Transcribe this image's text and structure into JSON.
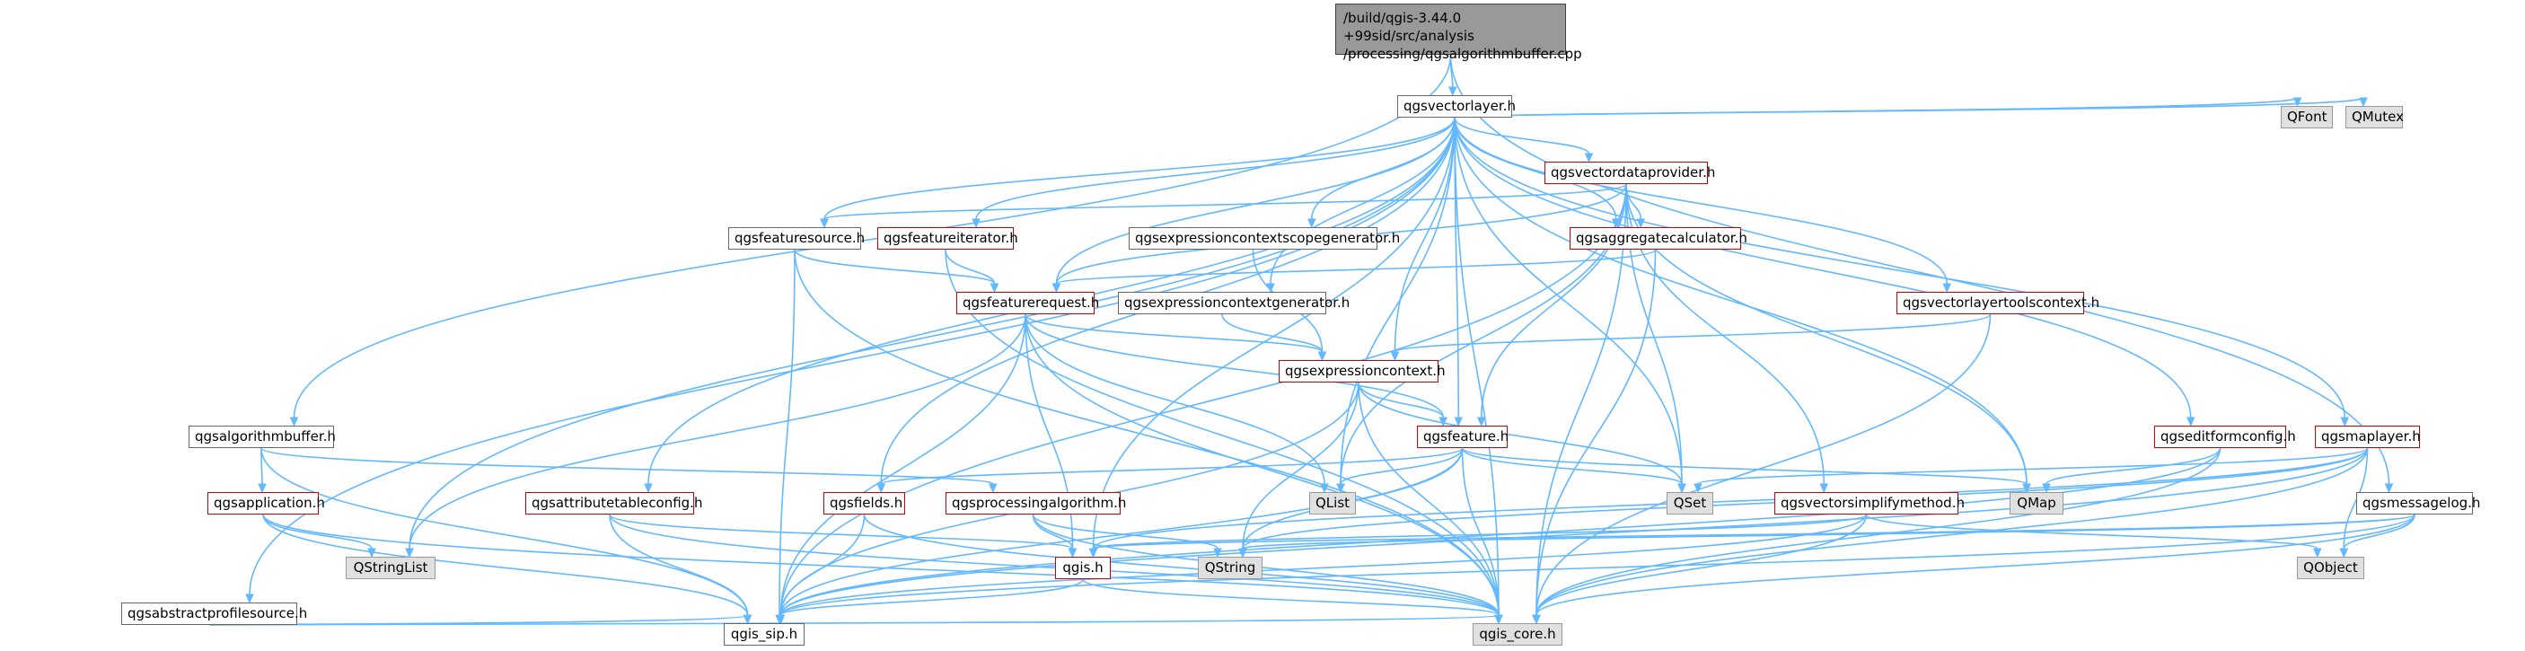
{
  "diagram": {
    "colors": {
      "edge": "#63b8ff",
      "node_border": "#666666",
      "node_border_red": "#cc0000",
      "node_fill_gray": "#e0e0e0",
      "root_fill": "#999999"
    },
    "nodes": {
      "root": {
        "lines": [
          "/build/qgis-3.44.0",
          "+99sid/src/analysis",
          "/processing/qgsalgorithmbuffer.cpp"
        ]
      },
      "qgsvectorlayer": {
        "label": "qgsvectorlayer.h"
      },
      "qgsvectordataprovider": {
        "label": "qgsvectordataprovider.h"
      },
      "qfont": {
        "label": "QFont"
      },
      "qmutex": {
        "label": "QMutex"
      },
      "qgsfeaturesource": {
        "label": "qgsfeaturesource.h"
      },
      "qgsfeatureiterator": {
        "label": "qgsfeatureiterator.h"
      },
      "qgsexpressioncontextscopegenerator": {
        "label": "qgsexpressioncontextscopegenerator.h"
      },
      "qgsaggregatecalculator": {
        "label": "qgsaggregatecalculator.h"
      },
      "qgsfeaturerequest": {
        "label": "qgsfeaturerequest.h"
      },
      "qgsexpressioncontextgenerator": {
        "label": "qgsexpressioncontextgenerator.h"
      },
      "qgsvectorlayertoolscontext": {
        "label": "qgsvectorlayertoolscontext.h"
      },
      "qgsexpressioncontext": {
        "label": "qgsexpressioncontext.h"
      },
      "qgsalgorithmbuffer": {
        "label": "qgsalgorithmbuffer.h"
      },
      "qgsfeature": {
        "label": "qgsfeature.h"
      },
      "qgseditformconfig": {
        "label": "qgseditformconfig.h"
      },
      "qgsmaplayer": {
        "label": "qgsmaplayer.h"
      },
      "qgsapplication": {
        "label": "qgsapplication.h"
      },
      "qgsattributetableconfig": {
        "label": "qgsattributetableconfig.h"
      },
      "qgsfields": {
        "label": "qgsfields.h"
      },
      "qgsprocessingalgorithm": {
        "label": "qgsprocessingalgorithm.h"
      },
      "qlist": {
        "label": "QList"
      },
      "qset": {
        "label": "QSet"
      },
      "qmap": {
        "label": "QMap"
      },
      "qgsvectorsimplifymethod": {
        "label": "qgsvectorsimplifymethod.h"
      },
      "qgsmessagelog": {
        "label": "qgsmessagelog.h"
      },
      "qstringlist": {
        "label": "QStringList"
      },
      "qstring": {
        "label": "QString"
      },
      "qgis": {
        "label": "qgis.h"
      },
      "qobject": {
        "label": "QObject"
      },
      "qgsabstractprofilesource": {
        "label": "qgsabstractprofilesource.h"
      },
      "qgis_sip": {
        "label": "qgis_sip.h"
      },
      "qgis_core": {
        "label": "qgis_core.h"
      }
    },
    "edges": [
      [
        "root",
        "qgsvectorlayer"
      ],
      [
        "root",
        "qgsalgorithmbuffer"
      ],
      [
        "root",
        "qgsmessagelog"
      ],
      [
        "qgsvectorlayer",
        "qgsvectordataprovider"
      ],
      [
        "qgsvectorlayer",
        "qfont"
      ],
      [
        "qgsvectorlayer",
        "qmutex"
      ],
      [
        "qgsvectorlayer",
        "qgsfeaturesource"
      ],
      [
        "qgsvectorlayer",
        "qgsfeatureiterator"
      ],
      [
        "qgsvectorlayer",
        "qgsexpressioncontextscopegenerator"
      ],
      [
        "qgsvectorlayer",
        "qgsaggregatecalculator"
      ],
      [
        "qgsvectorlayer",
        "qgsfeaturerequest"
      ],
      [
        "qgsvectorlayer",
        "qgsexpressioncontextgenerator"
      ],
      [
        "qgsvectorlayer",
        "qgsvectorlayertoolscontext"
      ],
      [
        "qgsvectorlayer",
        "qgsexpressioncontext"
      ],
      [
        "qgsvectorlayer",
        "qgsfeature"
      ],
      [
        "qgsvectorlayer",
        "qgseditformconfig"
      ],
      [
        "qgsvectorlayer",
        "qgsmaplayer"
      ],
      [
        "qgsvectorlayer",
        "qgsattributetableconfig"
      ],
      [
        "qgsvectorlayer",
        "qgsfields"
      ],
      [
        "qgsvectorlayer",
        "qlist"
      ],
      [
        "qgsvectorlayer",
        "qset"
      ],
      [
        "qgsvectorlayer",
        "qmap"
      ],
      [
        "qgsvectorlayer",
        "qstringlist"
      ],
      [
        "qgsvectorlayer",
        "qgis"
      ],
      [
        "qgsvectorlayer",
        "qgsabstractprofilesource"
      ],
      [
        "qgsvectorlayer",
        "qgis_core"
      ],
      [
        "qgsvectordataprovider",
        "qgsfeaturesource"
      ],
      [
        "qgsvectordataprovider",
        "qgsaggregatecalculator"
      ],
      [
        "qgsvectordataprovider",
        "qgsfeaturerequest"
      ],
      [
        "qgsvectordataprovider",
        "qgsfeature"
      ],
      [
        "qgsvectordataprovider",
        "qlist"
      ],
      [
        "qgsvectordataprovider",
        "qset"
      ],
      [
        "qgsvectordataprovider",
        "qmap"
      ],
      [
        "qgsvectordataprovider",
        "qgsvectorsimplifymethod"
      ],
      [
        "qgsvectordataprovider",
        "qgis_sip"
      ],
      [
        "qgsvectordataprovider",
        "qgis_core"
      ],
      [
        "qgsfeaturesource",
        "qgsfeaturerequest"
      ],
      [
        "qgsfeaturesource",
        "qgis_sip"
      ],
      [
        "qgsfeaturesource",
        "qgis_core"
      ],
      [
        "qgsfeatureiterator",
        "qgsfeaturerequest"
      ],
      [
        "qgsfeatureiterator",
        "qgis_core"
      ],
      [
        "qgsexpressioncontextscopegenerator",
        "qgsexpressioncontext"
      ],
      [
        "qgsaggregatecalculator",
        "qgsfeaturerequest"
      ],
      [
        "qgsaggregatecalculator",
        "qgis_core"
      ],
      [
        "qgsfeaturerequest",
        "qgsexpressioncontext"
      ],
      [
        "qgsfeaturerequest",
        "qgsfeature"
      ],
      [
        "qgsfeaturerequest",
        "qlist"
      ],
      [
        "qgsfeaturerequest",
        "qgis"
      ],
      [
        "qgsfeaturerequest",
        "qstringlist"
      ],
      [
        "qgsfeaturerequest",
        "qgis_sip"
      ],
      [
        "qgsfeaturerequest",
        "qgis_core"
      ],
      [
        "qgsexpressioncontextgenerator",
        "qgsexpressioncontext"
      ],
      [
        "qgsvectorlayertoolscontext",
        "qgsexpressioncontext"
      ],
      [
        "qgsvectorlayertoolscontext",
        "qgis_core"
      ],
      [
        "qgsexpressioncontext",
        "qgsfeature"
      ],
      [
        "qgsexpressioncontext",
        "qset"
      ],
      [
        "qgsexpressioncontext",
        "qstring"
      ],
      [
        "qgsexpressioncontext",
        "qgis_sip"
      ],
      [
        "qgsexpressioncontext",
        "qgis_core"
      ],
      [
        "qgsfeature",
        "qgsfields"
      ],
      [
        "qgsfeature",
        "qlist"
      ],
      [
        "qgsfeature",
        "qset"
      ],
      [
        "qgsfeature",
        "qmap"
      ],
      [
        "qgsfeature",
        "qstring"
      ],
      [
        "qgsfeature",
        "qgis_sip"
      ],
      [
        "qgsfeature",
        "qgis_core"
      ],
      [
        "qgsalgorithmbuffer",
        "qgsapplication"
      ],
      [
        "qgsalgorithmbuffer",
        "qgsprocessingalgorithm"
      ],
      [
        "qgsalgorithmbuffer",
        "qgis_sip"
      ],
      [
        "qgsapplication",
        "qstringlist"
      ],
      [
        "qgsapplication",
        "qgis_sip"
      ],
      [
        "qgsapplication",
        "qgis_core"
      ],
      [
        "qgsattributetableconfig",
        "qgis"
      ],
      [
        "qgsattributetableconfig",
        "qgis_sip"
      ],
      [
        "qgsattributetableconfig",
        "qgis_core"
      ],
      [
        "qgsfields",
        "qgis_sip"
      ],
      [
        "qgsfields",
        "qgis_core"
      ],
      [
        "qgsprocessingalgorithm",
        "qgis"
      ],
      [
        "qgsprocessingalgorithm",
        "qstring"
      ],
      [
        "qgsprocessingalgorithm",
        "qgis_core"
      ],
      [
        "qgsvectorsimplifymethod",
        "qgis"
      ],
      [
        "qgsvectorsimplifymethod",
        "qobject"
      ],
      [
        "qgsvectorsimplifymethod",
        "qgis_sip"
      ],
      [
        "qgsvectorsimplifymethod",
        "qgis_core"
      ],
      [
        "qgseditformconfig",
        "qmap"
      ],
      [
        "qgseditformconfig",
        "qgis_sip"
      ],
      [
        "qgseditformconfig",
        "qgis_core"
      ],
      [
        "qgsmaplayer",
        "qset"
      ],
      [
        "qgsmaplayer",
        "qobject"
      ],
      [
        "qgsmaplayer",
        "qgis"
      ],
      [
        "qgsmaplayer",
        "qstring"
      ],
      [
        "qgsmaplayer",
        "qgis_sip"
      ],
      [
        "qgsmaplayer",
        "qgis_core"
      ],
      [
        "qgsmessagelog",
        "qobject"
      ],
      [
        "qgsmessagelog",
        "qstring"
      ],
      [
        "qgsmessagelog",
        "qgis"
      ],
      [
        "qgsmessagelog",
        "qgis_sip"
      ],
      [
        "qgsmessagelog",
        "qgis_core"
      ],
      [
        "qgis",
        "qgis_sip"
      ],
      [
        "qgis",
        "qgis_core"
      ],
      [
        "qgsabstractprofilesource",
        "qgis_sip"
      ],
      [
        "qgsabstractprofilesource",
        "qgis_core"
      ]
    ]
  }
}
